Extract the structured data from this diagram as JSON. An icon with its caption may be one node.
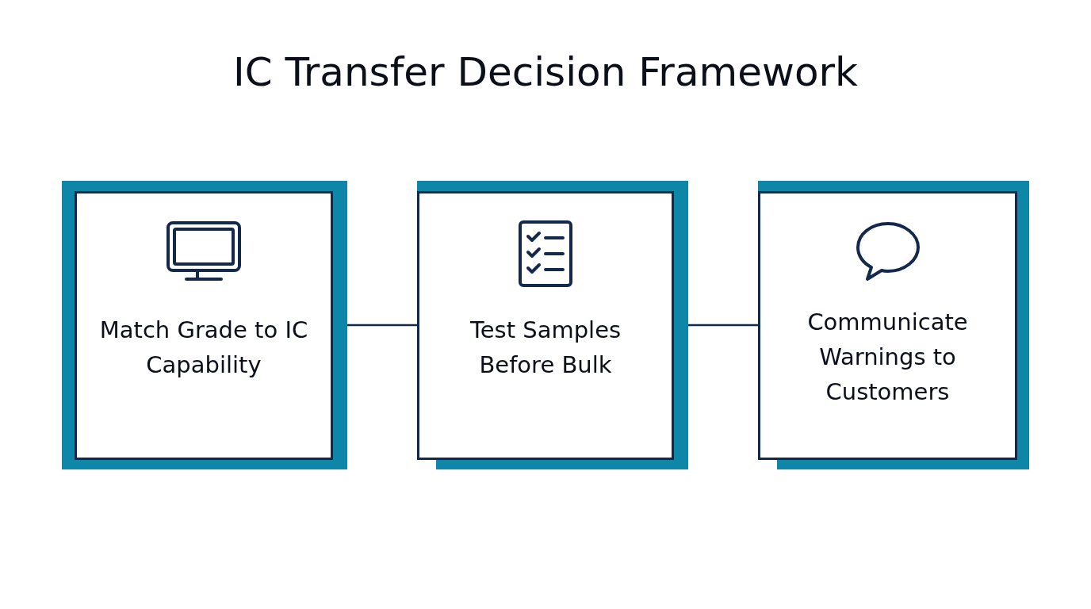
{
  "diagram": {
    "title": "IC Transfer Decision Framework",
    "nodes": [
      {
        "text": [
          "Match Grade to IC Capability"
        ]
      },
      {
        "text": [
          "Test Samples Before Bulk"
        ]
      },
      {
        "text": [
          "Communicate Warnings to Customers"
        ]
      }
    ],
    "edges": [
      {
        "from": 0,
        "to": 1,
        "arrow": "none"
      },
      {
        "from": 1,
        "to": 2,
        "arrow": "none"
      }
    ]
  }
}
